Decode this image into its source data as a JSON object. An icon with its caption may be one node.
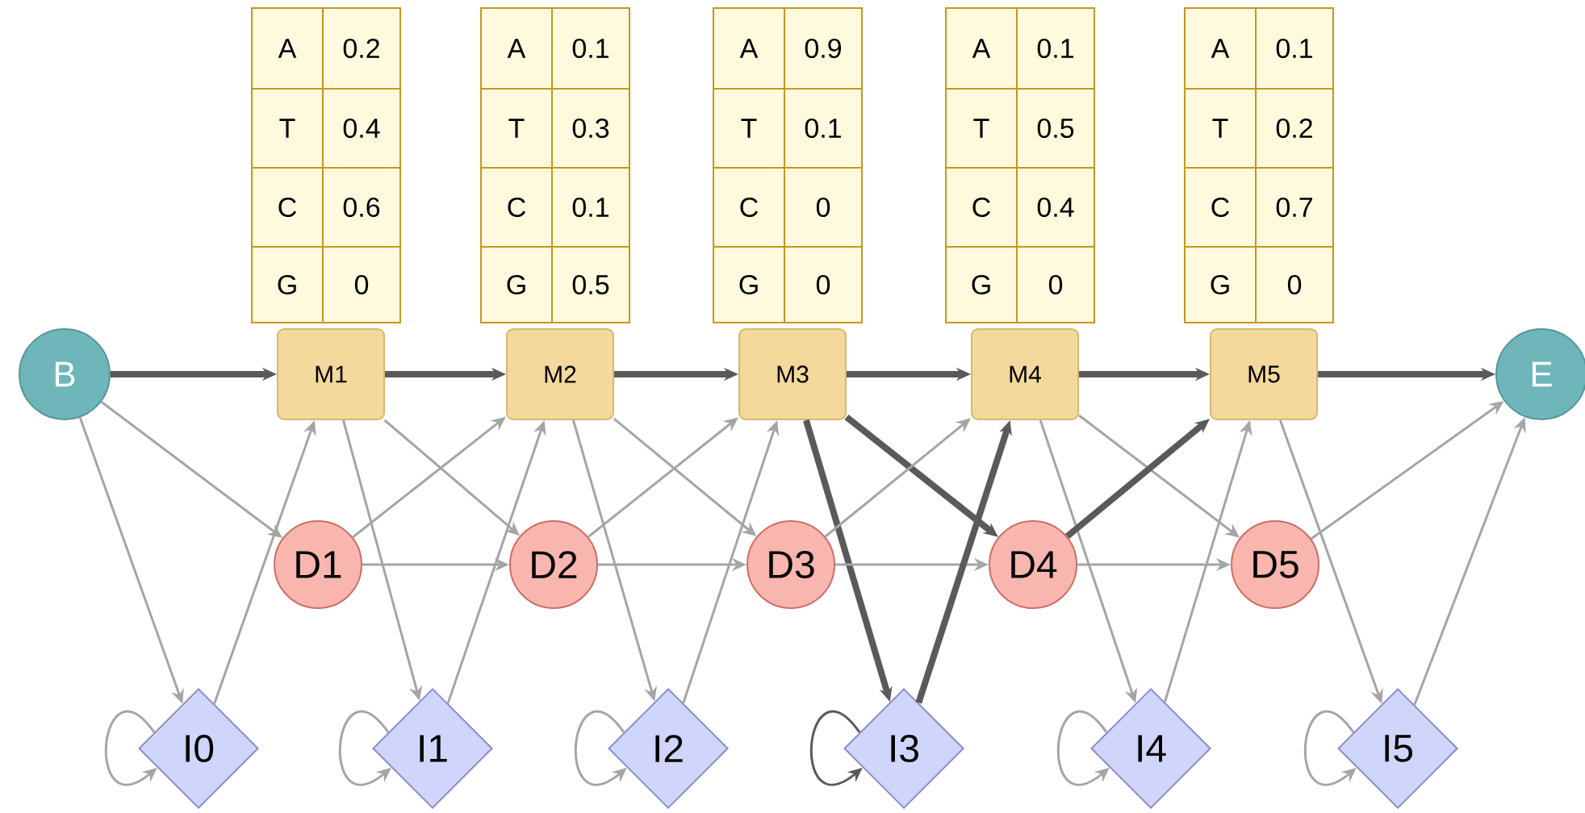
{
  "diagram": {
    "nodes": [
      {
        "text": [
          "B"
        ]
      },
      {
        "text": [
          "M1"
        ]
      },
      {
        "text": [
          "M2"
        ]
      },
      {
        "text": [
          "M3"
        ]
      },
      {
        "text": [
          "M4"
        ]
      },
      {
        "text": [
          "M5"
        ]
      },
      {
        "text": [
          "D1"
        ]
      },
      {
        "text": [
          "D2"
        ]
      },
      {
        "text": [
          "D3"
        ]
      },
      {
        "text": [
          "D4"
        ]
      },
      {
        "text": [
          "D5"
        ]
      },
      {
        "text": [
          "I0"
        ]
      },
      {
        "text": [
          "I1"
        ]
      },
      {
        "text": [
          "I2"
        ]
      },
      {
        "text": [
          "I3"
        ]
      },
      {
        "text": [
          "I4"
        ]
      },
      {
        "text": [
          "I5"
        ]
      },
      {
        "text": [
          "E"
        ]
      }
    ],
    "edges": [
      {
        "from": 0,
        "to": 1,
        "arrow": "to",
        "style": "thick",
        "color": "#5a5a5a"
      },
      {
        "from": 0,
        "to": 6,
        "arrow": "to"
      },
      {
        "from": 0,
        "to": 11,
        "arrow": "to"
      },
      {
        "from": 11,
        "to": 11,
        "arrow": "to"
      },
      {
        "from": 11,
        "to": 1,
        "arrow": "to"
      },
      {
        "from": 1,
        "to": 2,
        "arrow": "to",
        "style": "thick",
        "color": "#5a5a5a"
      },
      {
        "from": 1,
        "to": 7,
        "arrow": "to"
      },
      {
        "from": 1,
        "to": 12,
        "arrow": "to"
      },
      {
        "from": 6,
        "to": 2,
        "arrow": "to"
      },
      {
        "from": 6,
        "to": 7,
        "arrow": "to"
      },
      {
        "from": 12,
        "to": 12,
        "arrow": "to"
      },
      {
        "from": 12,
        "to": 2,
        "arrow": "to"
      },
      {
        "from": 2,
        "to": 3,
        "arrow": "to",
        "style": "thick",
        "color": "#5a5a5a"
      },
      {
        "from": 2,
        "to": 8,
        "arrow": "to"
      },
      {
        "from": 2,
        "to": 13,
        "arrow": "to"
      },
      {
        "from": 7,
        "to": 3,
        "arrow": "to"
      },
      {
        "from": 7,
        "to": 8,
        "arrow": "to"
      },
      {
        "from": 13,
        "to": 13,
        "arrow": "to"
      },
      {
        "from": 13,
        "to": 3,
        "arrow": "to"
      },
      {
        "from": 3,
        "to": 4,
        "arrow": "to",
        "style": "thick",
        "color": "#5a5a5a"
      },
      {
        "from": 3,
        "to": 9,
        "arrow": "to",
        "style": "thick",
        "color": "#5a5a5a"
      },
      {
        "from": 3,
        "to": 14,
        "arrow": "to",
        "style": "thick",
        "color": "#5a5a5a"
      },
      {
        "from": 8,
        "to": 4,
        "arrow": "to"
      },
      {
        "from": 8,
        "to": 9,
        "arrow": "to"
      },
      {
        "from": 14,
        "to": 14,
        "arrow": "to",
        "color": "#5a5a5a"
      },
      {
        "from": 14,
        "to": 4,
        "arrow": "to",
        "style": "thick",
        "color": "#5a5a5a"
      },
      {
        "from": 4,
        "to": 5,
        "arrow": "to",
        "style": "thick",
        "color": "#5a5a5a"
      },
      {
        "from": 4,
        "to": 10,
        "arrow": "to"
      },
      {
        "from": 4,
        "to": 15,
        "arrow": "to"
      },
      {
        "from": 9,
        "to": 5,
        "arrow": "to",
        "style": "thick",
        "color": "#5a5a5a"
      },
      {
        "from": 9,
        "to": 10,
        "arrow": "to"
      },
      {
        "from": 15,
        "to": 15,
        "arrow": "to"
      },
      {
        "from": 15,
        "to": 5,
        "arrow": "to"
      },
      {
        "from": 5,
        "to": 17,
        "arrow": "to",
        "style": "thick",
        "color": "#5a5a5a"
      },
      {
        "from": 5,
        "to": 16,
        "arrow": "to"
      },
      {
        "from": 10,
        "to": 17,
        "arrow": "to"
      },
      {
        "from": 16,
        "to": 16,
        "arrow": "to"
      },
      {
        "from": 16,
        "to": 17,
        "arrow": "to"
      }
    ],
    "labels": [
      "A",
      "0.2",
      "A",
      "0.1",
      "A",
      "0.9",
      "A",
      "0.1",
      "A",
      "0.1",
      "T",
      "0.4",
      "T",
      "0.3",
      "T",
      "0.1",
      "T",
      "0.5",
      "T",
      "0.2",
      "C",
      "0.6",
      "C",
      "0.1",
      "C",
      "0",
      "C",
      "0.4",
      "C",
      "0.7",
      "G",
      "0",
      "G",
      "0.5",
      "G",
      "0",
      "G",
      "0",
      "G",
      "0"
    ]
  }
}
